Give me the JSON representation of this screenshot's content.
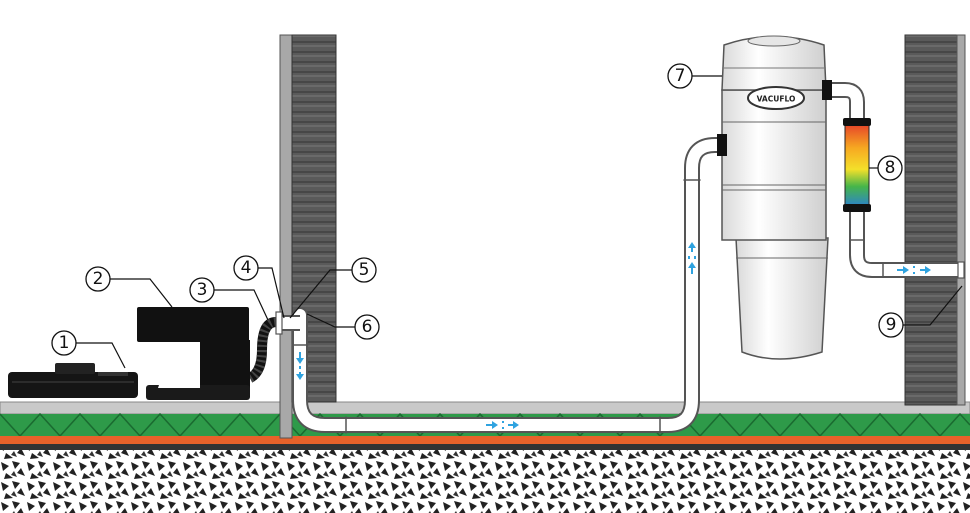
{
  "brand": {
    "unit_logo_text": "VACUFLO"
  },
  "callouts": [
    {
      "id": "1",
      "label": "1"
    },
    {
      "id": "2",
      "label": "2"
    },
    {
      "id": "3",
      "label": "3"
    },
    {
      "id": "4",
      "label": "4"
    },
    {
      "id": "5",
      "label": "5"
    },
    {
      "id": "6",
      "label": "6"
    },
    {
      "id": "7",
      "label": "7"
    },
    {
      "id": "8",
      "label": "8"
    },
    {
      "id": "9",
      "label": "9"
    }
  ],
  "colors": {
    "wall_dark": "#4a4a4a",
    "wall_light": "#9a9a9a",
    "floor_green": "#2e9a49",
    "floor_orange": "#e8622a",
    "pipe": "#ffffff",
    "pipe_stroke": "#555555",
    "arrow_blue": "#2fa3e0",
    "room_bg": "#f0f0f0"
  }
}
